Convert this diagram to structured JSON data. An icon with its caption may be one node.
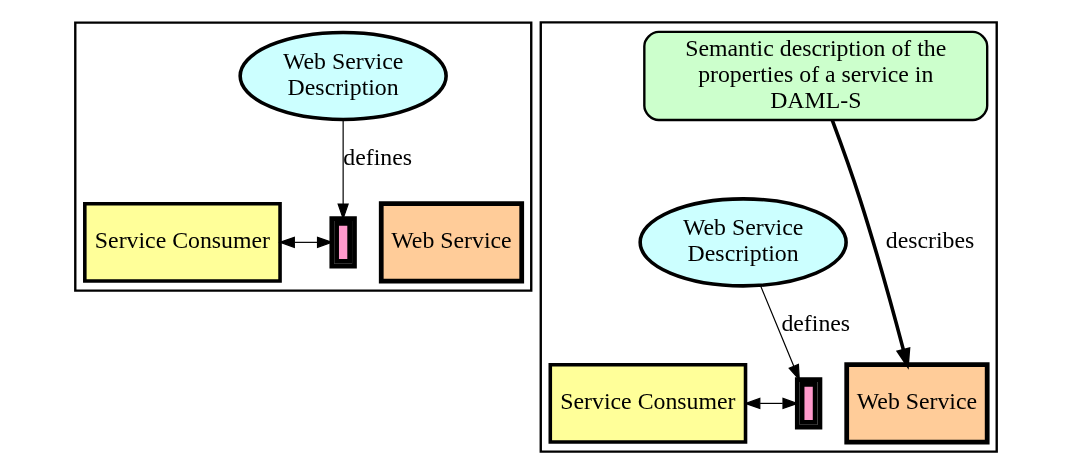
{
  "diagram": {
    "nodes": [
      {
        "text": [],
        "shape": "box"
      },
      {
        "text": [
          "Web Service Description"
        ],
        "in": 0
      },
      {
        "text": [
          "Service Consumer"
        ],
        "in": 0
      },
      {
        "text": [],
        "shape": "box",
        "in": 0
      },
      {
        "text": [
          "Web Service"
        ],
        "in": 0
      },
      {
        "text": [],
        "shape": "box"
      },
      {
        "text": [
          "Semantic description of the properties of a service in DAML-S"
        ],
        "in": 5
      },
      {
        "text": [
          "Web Service Description"
        ],
        "in": 5
      },
      {
        "text": [
          "Service Consumer"
        ],
        "in": 5
      },
      {
        "text": [],
        "shape": "box",
        "in": 5
      },
      {
        "text": [
          "Web Service"
        ],
        "in": 5
      }
    ],
    "edges": [
      {
        "from": 1,
        "to": 3,
        "arrow": "to",
        "label": "defines"
      },
      {
        "from": 2,
        "to": 3,
        "arrow": "both"
      },
      {
        "from": 6,
        "to": 10,
        "arrow": "to",
        "label": "describes",
        "style": "thick"
      },
      {
        "from": 7,
        "to": 9,
        "arrow": "to",
        "label": "defines"
      },
      {
        "from": 8,
        "to": 9,
        "arrow": "both"
      }
    ]
  }
}
